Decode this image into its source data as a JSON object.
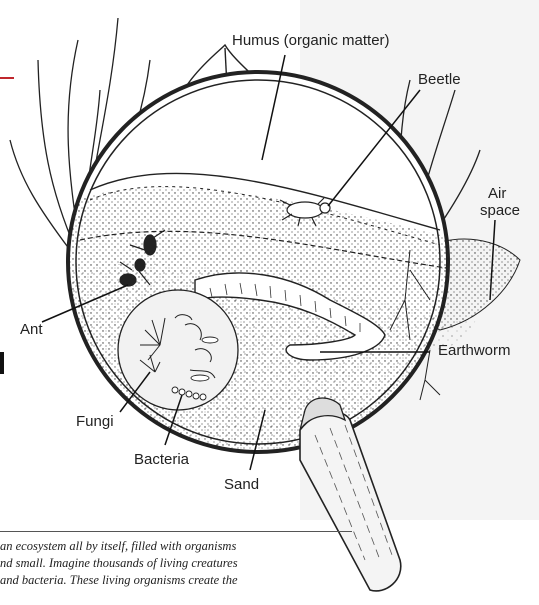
{
  "diagram": {
    "labels": {
      "humus": "Humus (organic matter)",
      "beetle": "Beetle",
      "air_space_line1": "Air",
      "air_space_line2": "space",
      "ant": "Ant",
      "earthworm": "Earthworm",
      "fungi": "Fungi",
      "bacteria": "Bacteria",
      "sand": "Sand"
    }
  },
  "caption": {
    "line1": "an ecosystem all by itself, filled with organisms",
    "line2": "nd small. Imagine thousands of living creatures",
    "line3": "and bacteria. These living organisms create the"
  },
  "colors": {
    "ink": "#222222",
    "accent_red": "#c0272d",
    "paper": "#ffffff",
    "lens_fill": "#f2f2f2"
  }
}
